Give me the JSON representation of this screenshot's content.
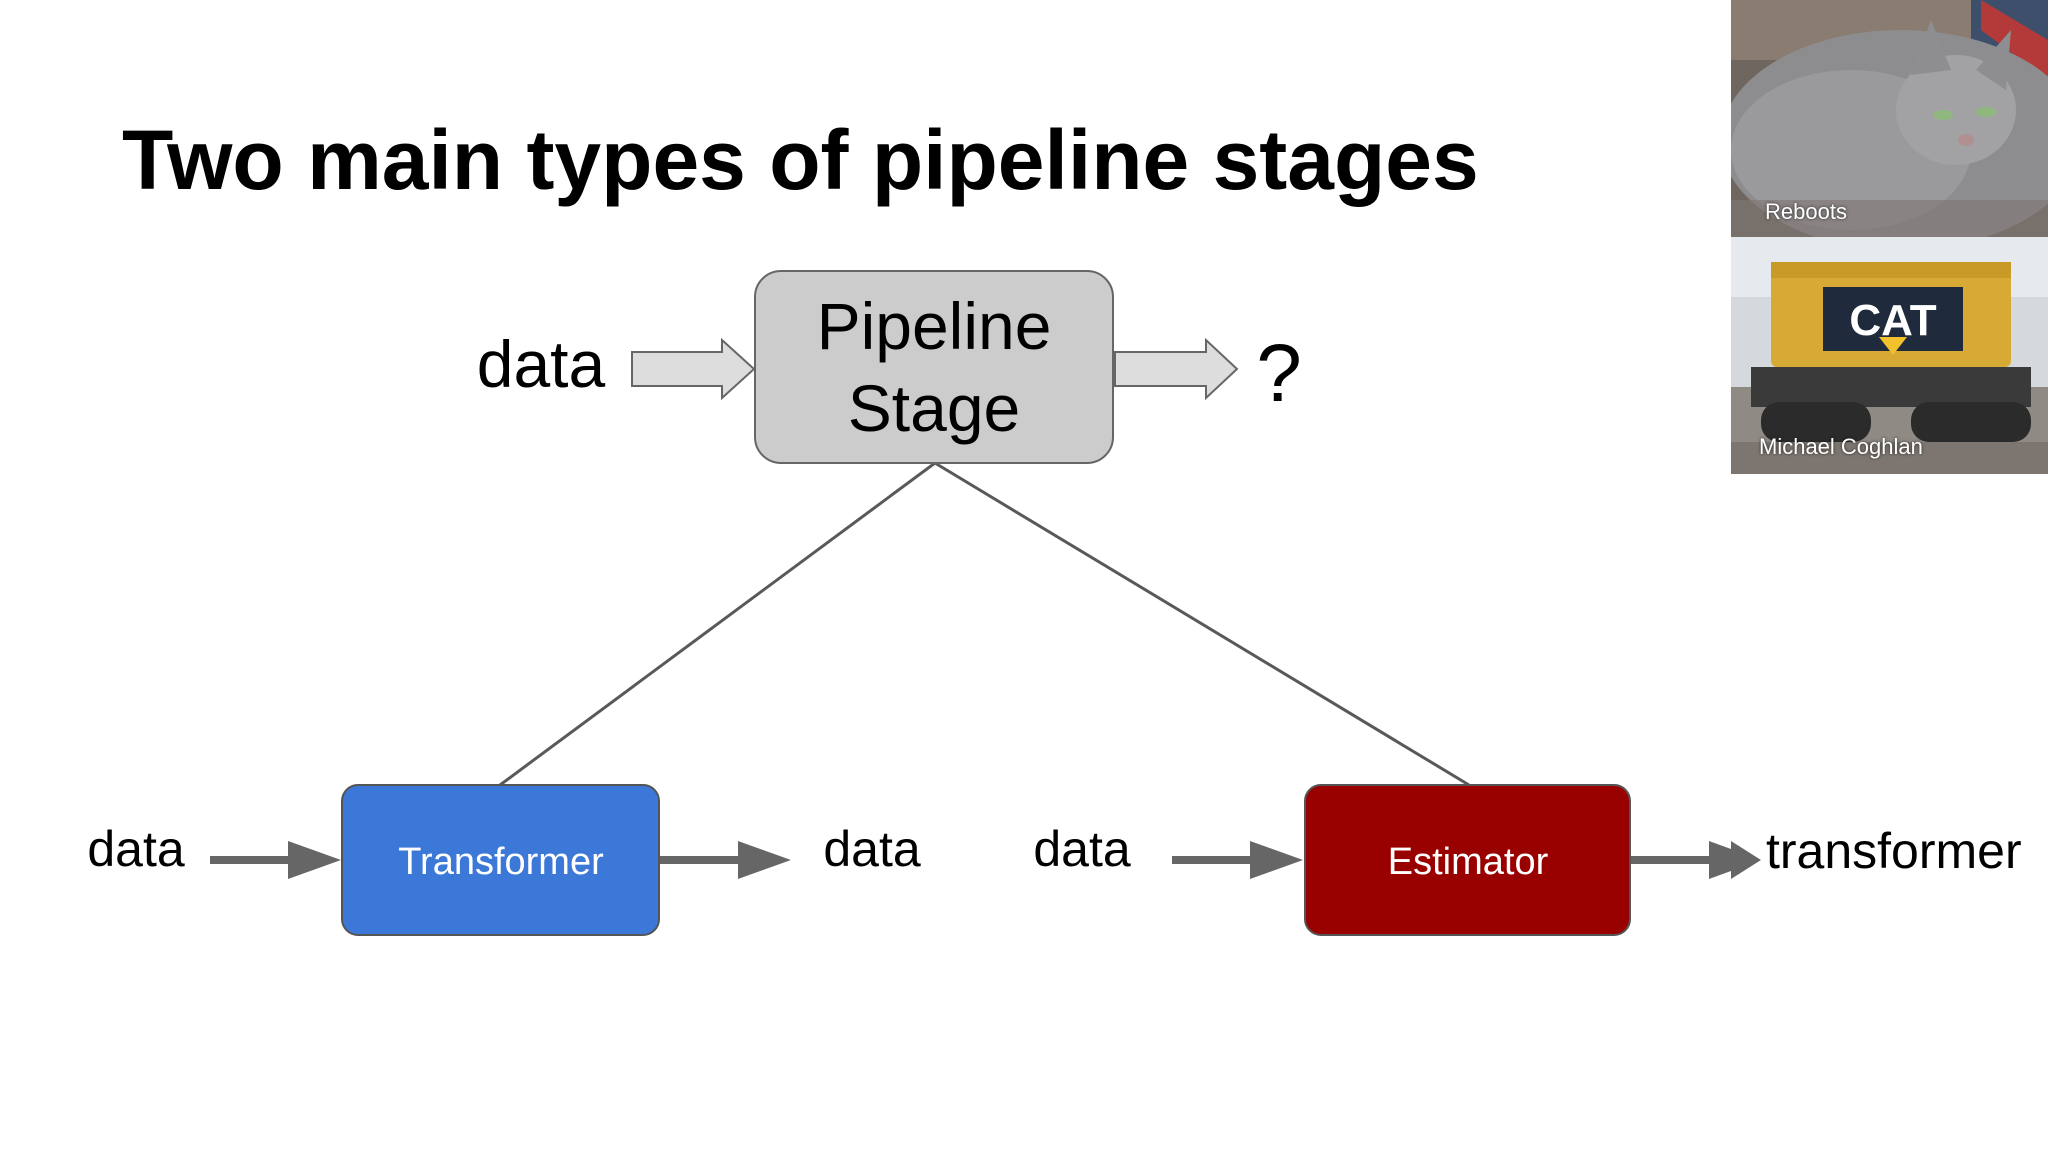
{
  "slide": {
    "title": "Two main types of pipeline stages"
  },
  "diagram": {
    "top": {
      "input_label": "data",
      "box_label_line1": "Pipeline",
      "box_label_line2": "Stage",
      "output_label": "?"
    },
    "transformer": {
      "input_label": "data",
      "box_label": "Transformer",
      "output_label": "data",
      "color": "#3c78d8"
    },
    "estimator": {
      "input_label": "data",
      "box_label": "Estimator",
      "output_label": "transformer",
      "color": "#990000"
    }
  },
  "participants": [
    {
      "name": "Reboots"
    },
    {
      "name": "Michael Coghlan"
    }
  ],
  "colors": {
    "stage_box": "#cccccc",
    "arrow": "#666666",
    "connector": "#595959"
  }
}
